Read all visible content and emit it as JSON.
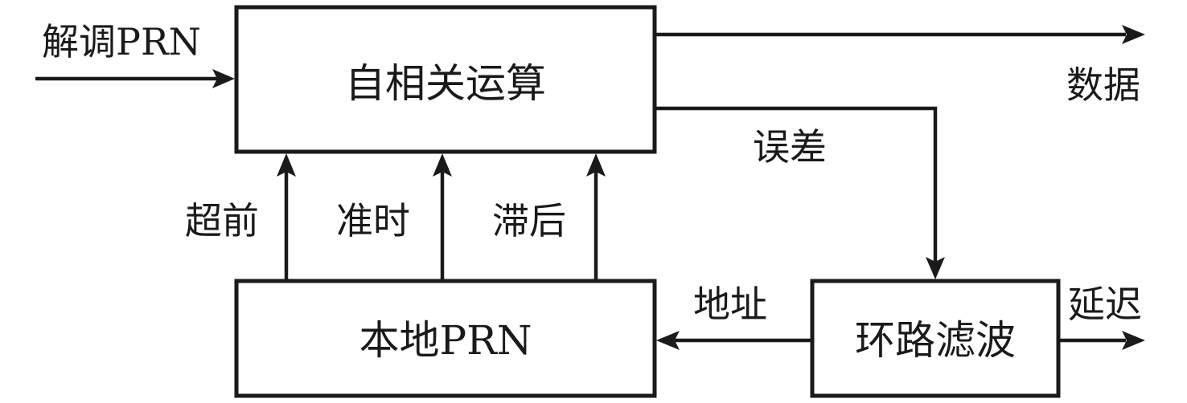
{
  "blocks": {
    "autocorr": "自相关运算",
    "local_prn": "本地PRN",
    "loop_filter": "环路滤波"
  },
  "signals": {
    "input": "解调PRN",
    "data": "数据",
    "error": "误差",
    "early": "超前",
    "prompt": "准时",
    "late": "滞后",
    "address": "地址",
    "delay": "延迟"
  }
}
